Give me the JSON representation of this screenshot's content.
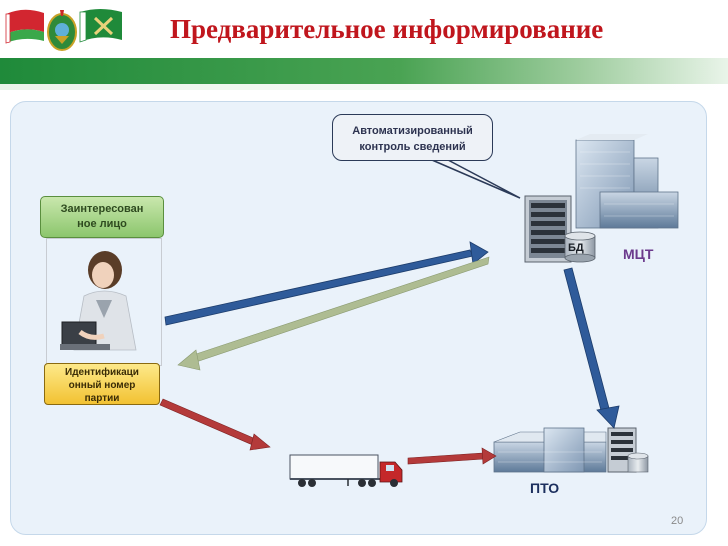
{
  "slide": {
    "title": "Предварительное информирование",
    "page_number": "20"
  },
  "callout": {
    "line1": "Автоматизированный",
    "line2": "контроль сведений"
  },
  "interested_party": {
    "line1": "Заинтересован",
    "line2": "ное лицо"
  },
  "identification": {
    "line1": "Идентификаци",
    "line2": "онный номер",
    "line3": "партии"
  },
  "nodes": {
    "mct_label": "МЦТ",
    "db_label": "БД",
    "pto_label": "ПТО"
  },
  "colors": {
    "title_red": "#c0161d",
    "arrow_blue": "#2f5b9a",
    "arrow_sage": "#aebc92",
    "arrow_red": "#b43a3a",
    "header_green": "#1f8a3a"
  }
}
